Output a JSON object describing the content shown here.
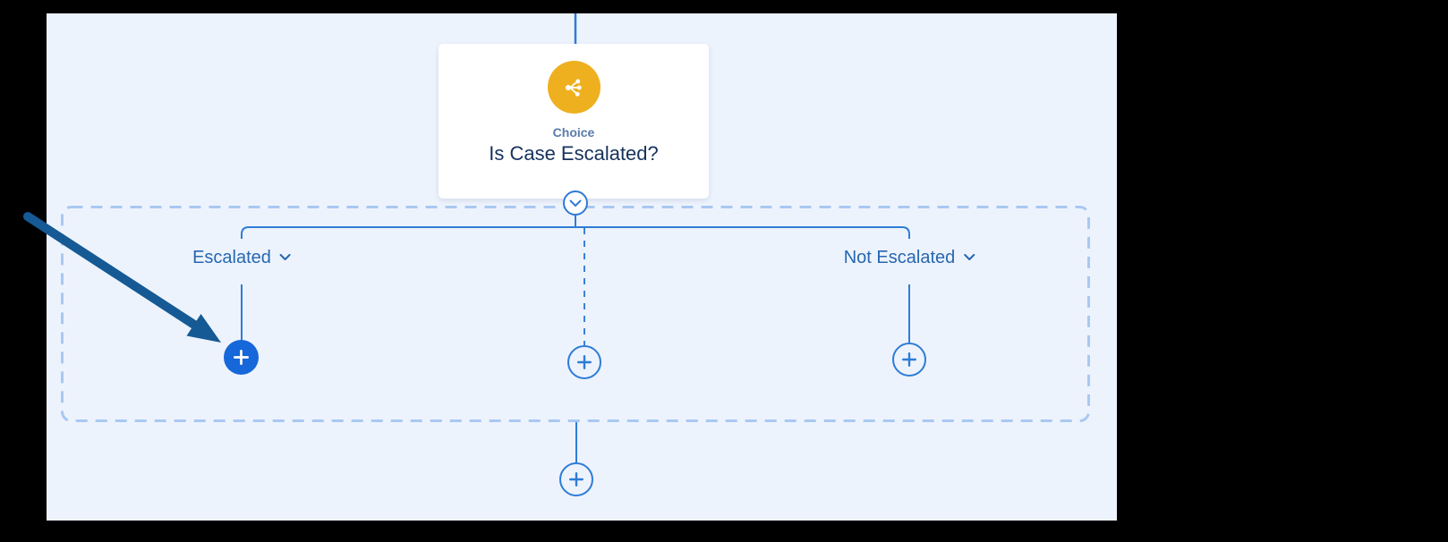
{
  "node": {
    "type_label": "Choice",
    "title": "Is Case Escalated?",
    "icon": "branch-choice-icon",
    "icon_color": "#eeb01f"
  },
  "branches": [
    {
      "label": "Escalated",
      "connector": "solid",
      "add_button": "filled-highlighted"
    },
    {
      "label": "",
      "connector": "dashed",
      "add_button": "outline"
    },
    {
      "label": "Not Escalated",
      "connector": "solid",
      "add_button": "outline"
    }
  ],
  "after_merge": {
    "add_button": "outline"
  },
  "annotation": {
    "type": "arrow",
    "points_to": "escalated-add-button",
    "color": "#155a94"
  },
  "colors": {
    "frame_background": "#000000",
    "canvas_background": "#edf3fd",
    "connector_blue": "#2e7cd6",
    "dashed_region_border": "#a9c8f2",
    "primary_add_fill": "#1667d9",
    "branch_label_text": "#2667b1",
    "node_type_text": "#5a7bab",
    "node_title_text": "#16325c",
    "node_icon_yellow": "#eeb01f",
    "annotation_arrow": "#155a94"
  }
}
